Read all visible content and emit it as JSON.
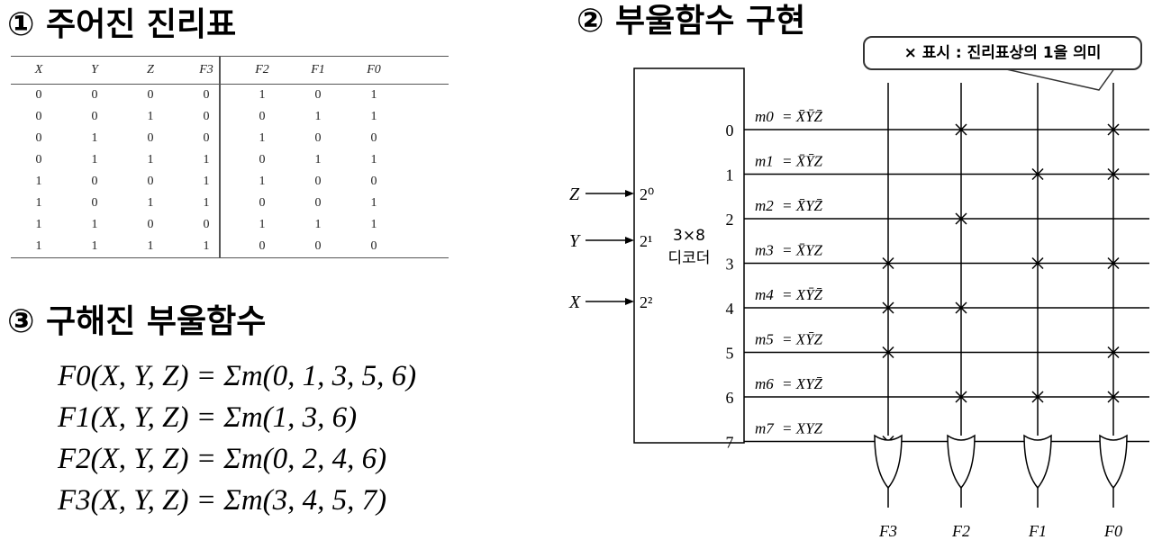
{
  "headings": {
    "truth_table": "① 주어진 진리표",
    "implementation": "② 부울함수 구현",
    "derived": "③ 구해진 부울함수"
  },
  "truth_table": {
    "headers": [
      "X",
      "Y",
      "Z",
      "F3",
      "F2",
      "F1",
      "F0"
    ],
    "rows": [
      [
        "0",
        "0",
        "0",
        "0",
        "1",
        "0",
        "1"
      ],
      [
        "0",
        "0",
        "1",
        "0",
        "0",
        "1",
        "1"
      ],
      [
        "0",
        "1",
        "0",
        "0",
        "1",
        "0",
        "0"
      ],
      [
        "0",
        "1",
        "1",
        "1",
        "0",
        "1",
        "1"
      ],
      [
        "1",
        "0",
        "0",
        "1",
        "1",
        "0",
        "0"
      ],
      [
        "1",
        "0",
        "1",
        "1",
        "0",
        "0",
        "1"
      ],
      [
        "1",
        "1",
        "0",
        "0",
        "1",
        "1",
        "1"
      ],
      [
        "1",
        "1",
        "1",
        "1",
        "0",
        "0",
        "0"
      ]
    ]
  },
  "equations": [
    "F0(X, Y, Z) = Σm(0, 1, 3, 5, 6)",
    "F1(X, Y, Z) = Σm(1, 3, 6)",
    "F2(X, Y, Z) = Σm(0, 2, 4, 6)",
    "F3(X, Y, Z) = Σm(3, 4, 5, 7)"
  ],
  "callout": "× 표시 : 진리표상의 1을 의미",
  "decoder": {
    "label_line1": "3×8",
    "label_line2": "디코더",
    "inputs": [
      {
        "var": "Z",
        "weight": "2⁰"
      },
      {
        "var": "Y",
        "weight": "2¹"
      },
      {
        "var": "X",
        "weight": "2²"
      }
    ],
    "output_numbers": [
      "0",
      "1",
      "2",
      "3",
      "4",
      "5",
      "6",
      "7"
    ]
  },
  "minterms": [
    {
      "m": "m0",
      "expr": "X̄ȲZ̄"
    },
    {
      "m": "m1",
      "expr": "X̄ȲZ"
    },
    {
      "m": "m2",
      "expr": "X̄YZ̄"
    },
    {
      "m": "m3",
      "expr": "X̄YZ"
    },
    {
      "m": "m4",
      "expr": "XȲZ̄"
    },
    {
      "m": "m5",
      "expr": "XȲZ"
    },
    {
      "m": "m6",
      "expr": "XYZ̄"
    },
    {
      "m": "m7",
      "expr": "XYZ"
    }
  ],
  "outputs": [
    {
      "label": "F3",
      "minterms": [
        3,
        4,
        5,
        7
      ]
    },
    {
      "label": "F2",
      "minterms": [
        0,
        2,
        4,
        6
      ]
    },
    {
      "label": "F1",
      "minterms": [
        1,
        3,
        6
      ]
    },
    {
      "label": "F0",
      "minterms": [
        0,
        1,
        3,
        5,
        6
      ]
    }
  ]
}
